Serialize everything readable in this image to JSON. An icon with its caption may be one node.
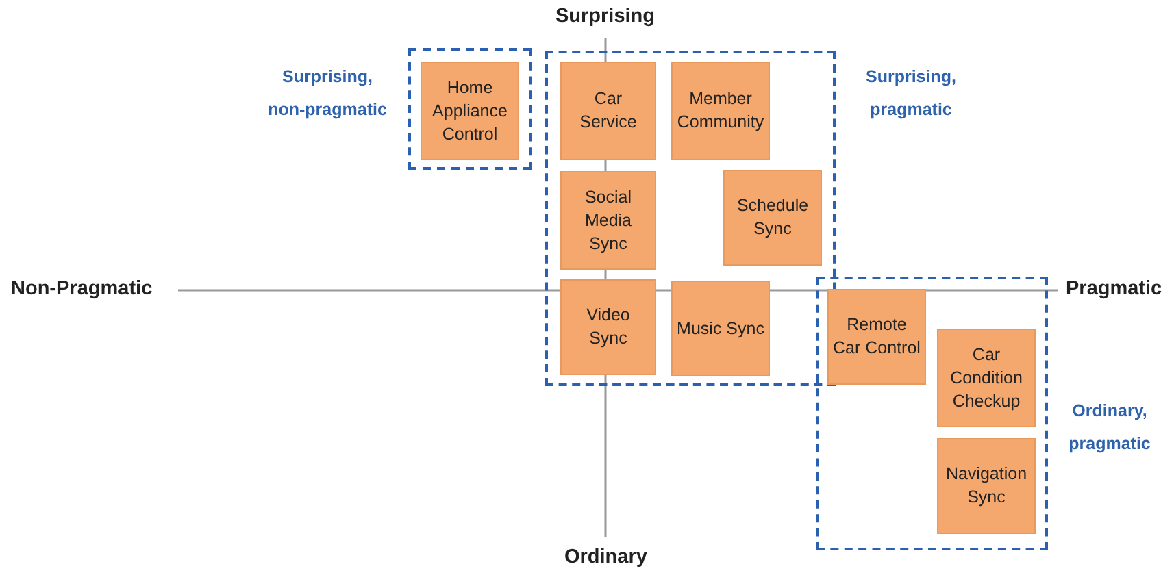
{
  "diagram": {
    "nodes": [
      {
        "text": [
          "Surprising, non-pragmatic"
        ]
      },
      {
        "text": [
          "Home Appliance Control"
        ],
        "in": 0
      },
      {
        "text": [
          "Surprising, pragmatic"
        ]
      },
      {
        "text": [
          "Car Service"
        ],
        "in": 2
      },
      {
        "text": [
          "Member Community"
        ],
        "in": 2
      },
      {
        "text": [
          "Social Media Sync"
        ],
        "in": 2
      },
      {
        "text": [
          "Schedule Sync"
        ],
        "in": 2
      },
      {
        "text": [
          "Video Sync"
        ],
        "in": 2
      },
      {
        "text": [
          "Music Sync"
        ],
        "in": 2
      },
      {
        "text": [
          "Ordinary, pragmatic"
        ]
      },
      {
        "text": [
          "Remote Car Control"
        ],
        "in": 9
      },
      {
        "text": [
          "Car Condition Checkup"
        ],
        "in": 9
      },
      {
        "text": [
          "Navigation Sync"
        ],
        "in": 9
      }
    ],
    "labels": [
      "Surprising",
      "Non-Pragmatic",
      "Pragmatic",
      "Ordinary"
    ]
  }
}
